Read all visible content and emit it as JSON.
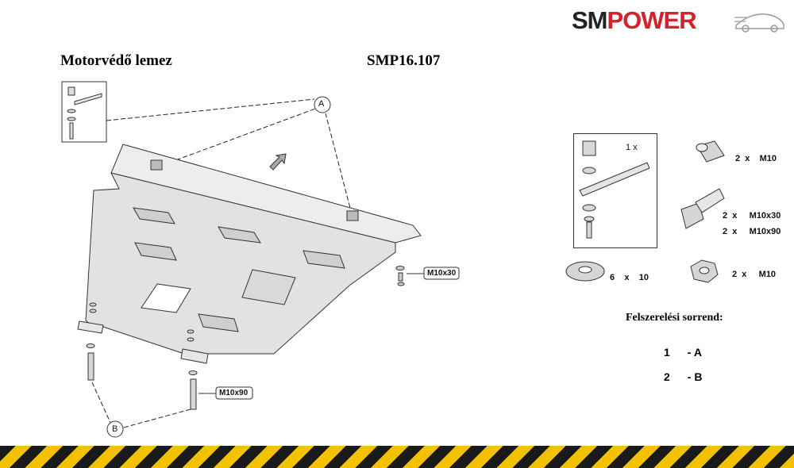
{
  "header": {
    "title": "Motorvédő lemez",
    "code": "SMP16.107",
    "logo_text_dark": "SM",
    "logo_text_red": "POWER"
  },
  "callouts": {
    "a": "A",
    "b": "B",
    "bolt_side": "M10x30",
    "bolt_front": "M10x90"
  },
  "kit": {
    "box_qty": "1 x",
    "rivet_nut": {
      "qty": "2",
      "x": "x",
      "size": "M10"
    },
    "bolt_a": {
      "qty": "2",
      "x": "x",
      "size": "M10x30"
    },
    "bolt_b": {
      "qty": "2",
      "x": "x",
      "size": "M10x90"
    },
    "washer": {
      "qty": "6",
      "x": "x",
      "size": "10"
    },
    "nut": {
      "qty": "2",
      "x": "x",
      "size": "M10"
    }
  },
  "sequence": {
    "title": "Felszerelési sorrend:",
    "steps": [
      {
        "num": "1",
        "label": "- A"
      },
      {
        "num": "2",
        "label": "- B"
      }
    ]
  },
  "colors": {
    "brand_red": "#d8202a",
    "brand_dark": "#222222",
    "plate_fill": "#e2e2e2",
    "stripe_yellow": "#f2c200",
    "stripe_black": "#1a1a1a"
  }
}
